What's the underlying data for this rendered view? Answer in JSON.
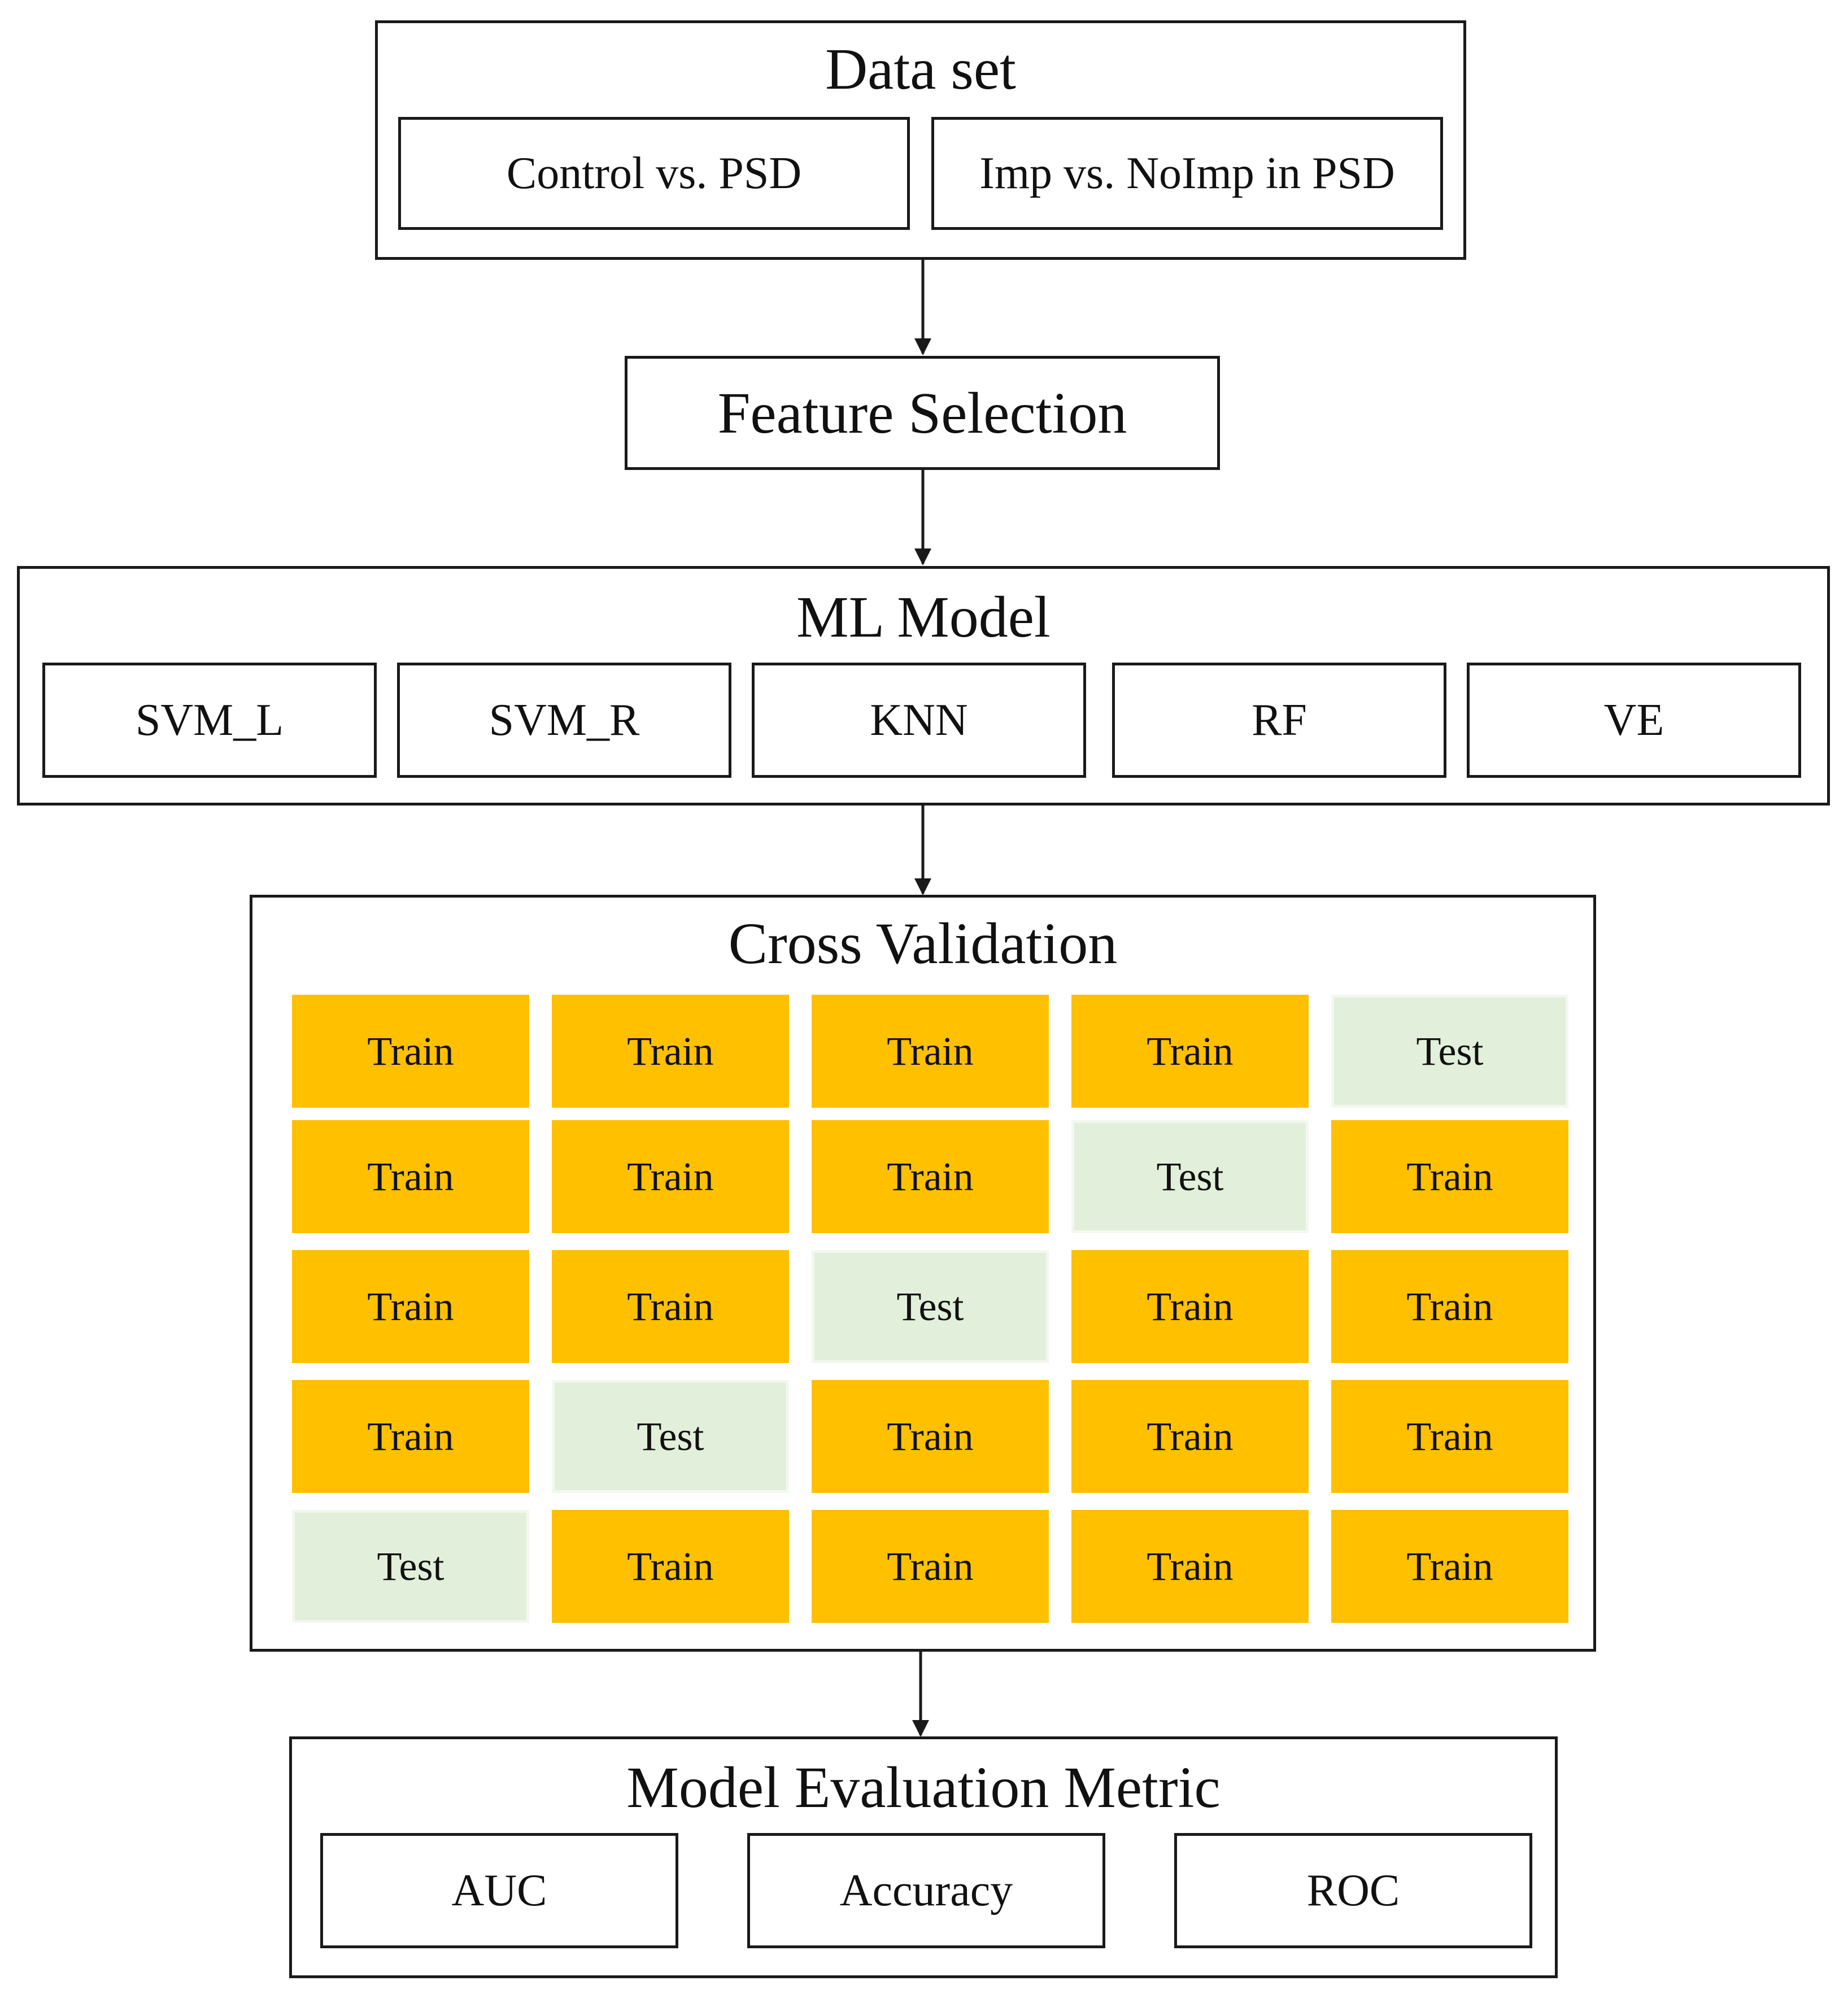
{
  "colors": {
    "train": "#FFC000",
    "test": "#E2EFDA",
    "border": "#1a1a1a"
  },
  "dataset": {
    "title": "Data set",
    "items": [
      "Control vs. PSD",
      "Imp vs. NoImp in PSD"
    ]
  },
  "feature_selection": {
    "title": "Feature Selection"
  },
  "ml_model": {
    "title": "ML Model",
    "items": [
      "SVM_L",
      "SVM_R",
      "KNN",
      "RF",
      "VE"
    ]
  },
  "cross_validation": {
    "title": "Cross Validation",
    "rows": [
      [
        "Train",
        "Train",
        "Train",
        "Train",
        "Test"
      ],
      [
        "Train",
        "Train",
        "Train",
        "Test",
        "Train"
      ],
      [
        "Train",
        "Train",
        "Test",
        "Train",
        "Train"
      ],
      [
        "Train",
        "Test",
        "Train",
        "Train",
        "Train"
      ],
      [
        "Test",
        "Train",
        "Train",
        "Train",
        "Train"
      ]
    ]
  },
  "evaluation": {
    "title": "Model Evaluation Metric",
    "items": [
      "AUC",
      "Accuracy",
      "ROC"
    ]
  }
}
